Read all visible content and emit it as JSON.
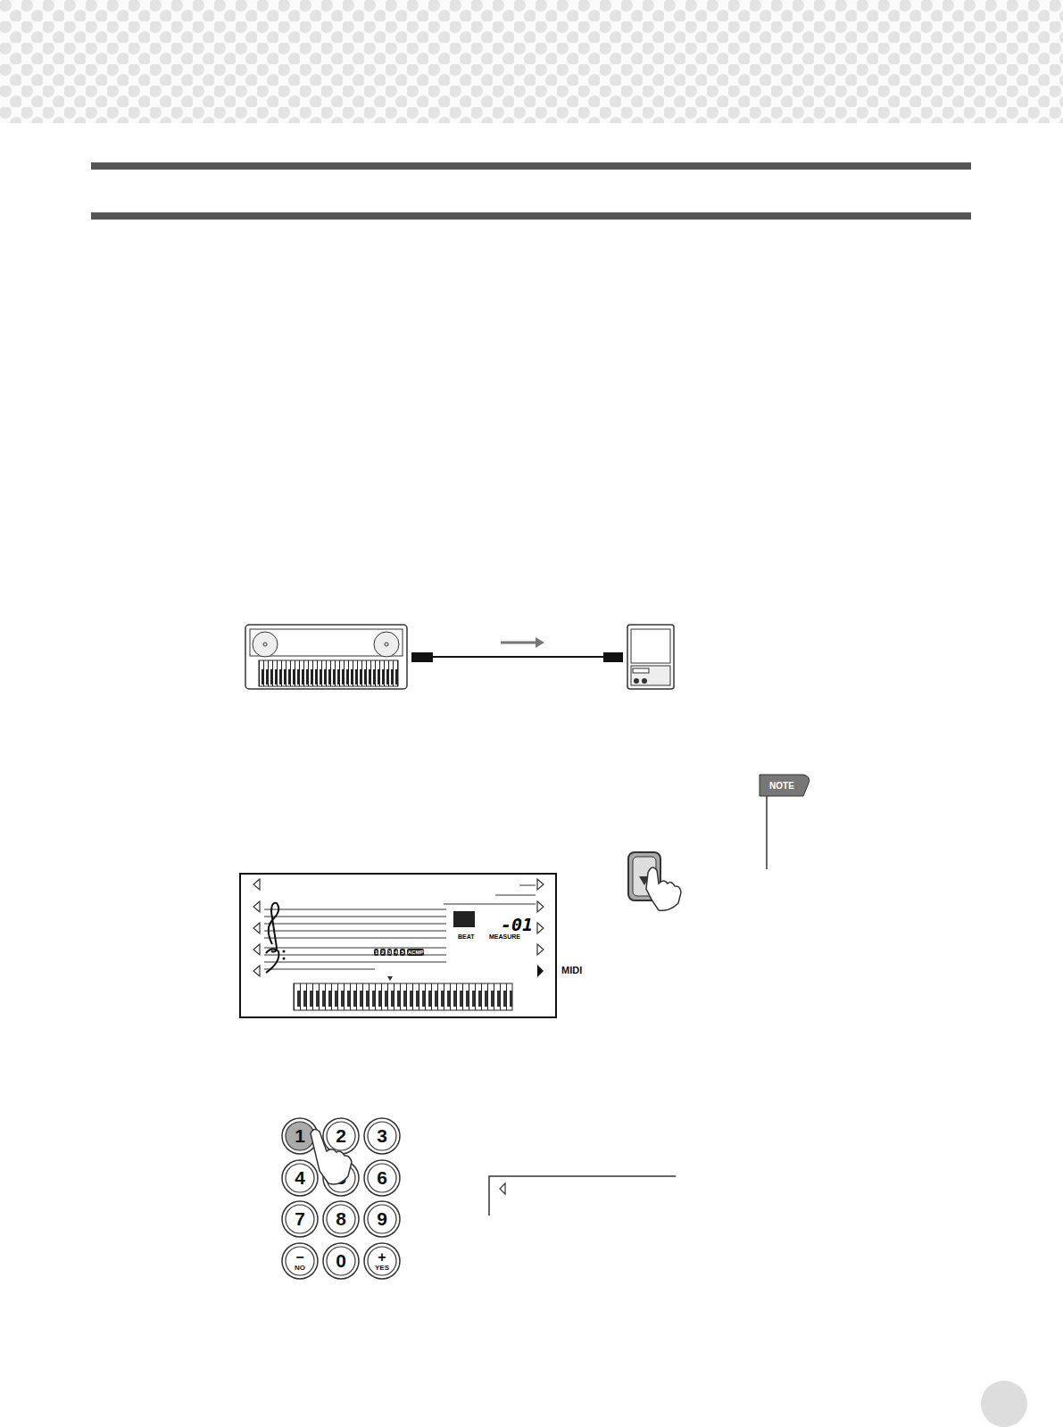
{
  "diagram": {
    "nodes": [
      {
        "text": [
          "-01",
          "BEAT",
          "MEASURE"
        ]
      },
      {
        "text": [
          "1"
        ]
      },
      {
        "text": [
          "2"
        ]
      },
      {
        "text": [
          "3"
        ]
      },
      {
        "text": [
          "4"
        ]
      },
      {
        "text": [
          "5"
        ]
      },
      {
        "text": [
          "6"
        ]
      },
      {
        "text": [
          "7"
        ]
      },
      {
        "text": [
          "8"
        ]
      },
      {
        "text": [
          "9"
        ]
      },
      {
        "text": [
          "−",
          "NO"
        ]
      },
      {
        "text": [
          "0"
        ]
      },
      {
        "text": [
          "+",
          "YES"
        ]
      },
      {
        "text": [
          "NOTE"
        ]
      }
    ],
    "labels": [
      "MIDI",
      "1",
      "2",
      "3",
      "4",
      "5",
      "ACMP"
    ]
  }
}
